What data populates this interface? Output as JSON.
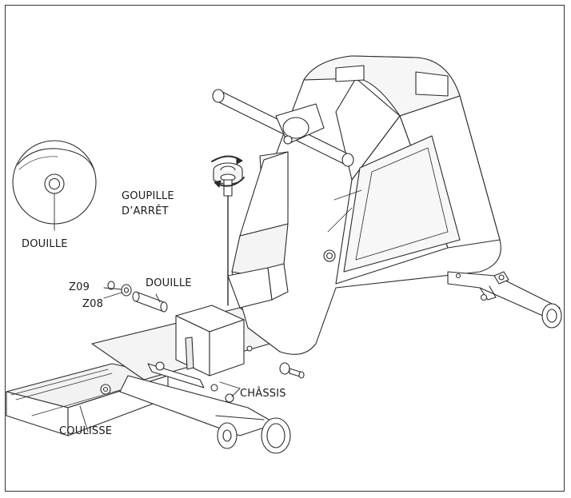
{
  "labels": {
    "goupille_line1": "GOUPILLE",
    "goupille_line2": "D’ARRÊT",
    "douille_detail": "DOUILLE",
    "douille": "DOUILLE",
    "z09": "Z09",
    "z08": "Z08",
    "chassis": "CHÂSSIS",
    "coulisse": "COULISSE"
  },
  "colors": {
    "line": "#2b2b2b",
    "fill": "#ffffff",
    "shade": "#e9e9e9",
    "frame": "#333333"
  }
}
